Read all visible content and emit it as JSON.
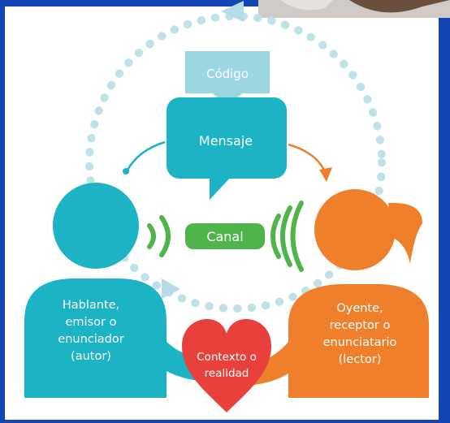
{
  "diagram": {
    "codigo": "Código",
    "mensaje": "Mensaje",
    "canal": "Canal",
    "hablante": [
      "Hablante,",
      "emisor o",
      "enunciador",
      "(autor)"
    ],
    "oyente": [
      "Oyente,",
      "receptor o",
      "enunciatario",
      "(lector)"
    ],
    "contexto": [
      "Contexto o",
      "realidad"
    ]
  },
  "colors": {
    "border": "#1346b4",
    "background": "#ffffff",
    "teal": "#1cb3c4",
    "light_teal": "#9cd6e0",
    "orange": "#f07f2c",
    "green": "#4fb54a",
    "red": "#e8413b",
    "dots": "#bfe1e8"
  }
}
